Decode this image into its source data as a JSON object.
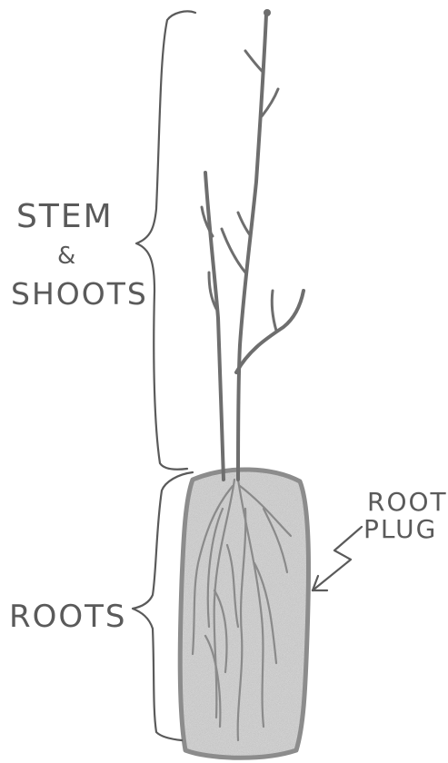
{
  "labels": {
    "stem_line1": "STEM",
    "stem_amp": "&",
    "stem_line2": "SHOOTS",
    "roots": "ROOTS",
    "plug_line1": "ROOT",
    "plug_line2": "PLUG"
  },
  "colors": {
    "ink": "#5a5a5a",
    "stem": "#6e6e6e",
    "root": "#8a8a8a",
    "plug_fill": "#c9c9c9",
    "background": "#ffffff"
  }
}
